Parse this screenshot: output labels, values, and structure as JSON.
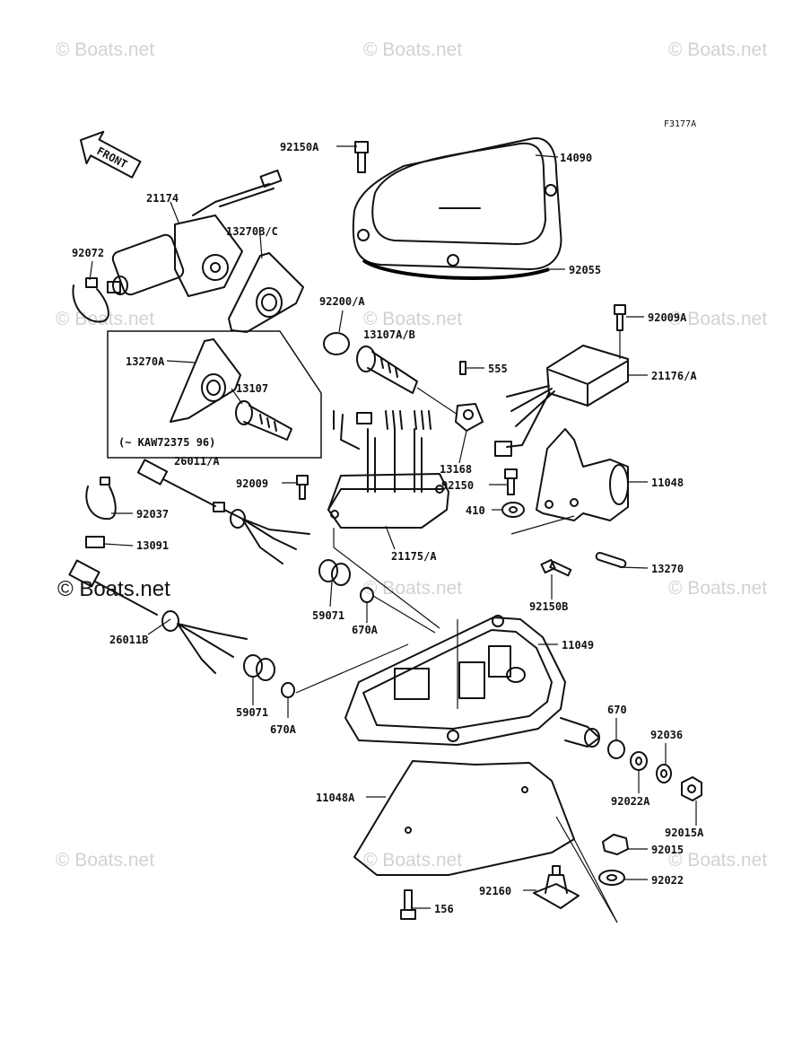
{
  "figure_code": "F3177A",
  "front_label": "FRONT",
  "watermarks": {
    "faint": "© Boats.net",
    "bold": "© Boats.net"
  },
  "callouts": {
    "p92150A": "92150A",
    "p14090": "14090",
    "p92055": "92055",
    "p21174": "21174",
    "p13270BC": "13270B/C",
    "p92072": "92072",
    "p92200A": "92200/A",
    "p13107AB": "13107A/B",
    "p92009A": "92009A",
    "p555": "555",
    "p21176A": "21176/A",
    "p13270A": "13270A",
    "p13107": "13107",
    "kaw_note": "(~ KAW72375  96)",
    "p26011A": "26011/A",
    "p13168": "13168",
    "p92150": "92150",
    "p11048": "11048",
    "p92009": "92009",
    "p410": "410",
    "p92037": "92037",
    "p21175A": "21175/A",
    "p13091": "13091",
    "p13270": "13270",
    "p92150B": "92150B",
    "p26011B": "26011B",
    "p59071a": "59071",
    "p670Aa": "670A",
    "p11049": "11049",
    "p59071b": "59071",
    "p670Ab": "670A",
    "p670": "670",
    "p92036": "92036",
    "p92022A": "92022A",
    "p11048A": "11048A",
    "p92015A": "92015A",
    "p92015": "92015",
    "p92022": "92022",
    "p92160": "92160",
    "p156": "156"
  }
}
